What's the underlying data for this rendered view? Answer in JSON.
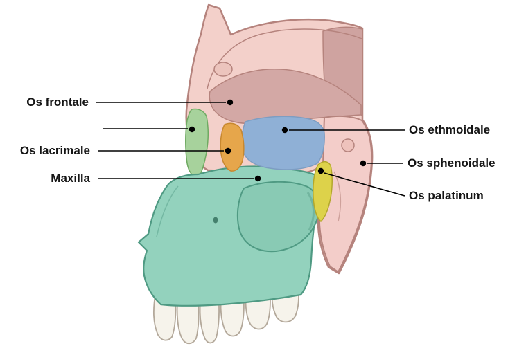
{
  "labels": {
    "os_frontale": "Os frontale",
    "os_lacrimale": "Os lacrimale",
    "maxilla": "Maxilla",
    "os_ethmoidale": "Os ethmoidale",
    "os_sphenoidale": "Os sphenoidale",
    "os_palatinum": "Os palatinum"
  },
  "colors": {
    "skull_pink": "#f3d0ca",
    "vault_dark_mauve": "#cfa3a0",
    "cranial_mauve": "#d3a8a5",
    "sphenoid_pink": "#f3cdc9",
    "nasal_green": "#a7d29c",
    "ethmoid_blue": "#8fb0d6",
    "lacrimal_orange": "#e6a64b",
    "maxilla_teal": "#93d2bd",
    "maxilla_opening_teal": "#89cab4",
    "palatine_yellow": "#ddd24a",
    "tooth_white": "#f6f3eb",
    "outline": "#b5837d",
    "leader_line": "#000000"
  }
}
